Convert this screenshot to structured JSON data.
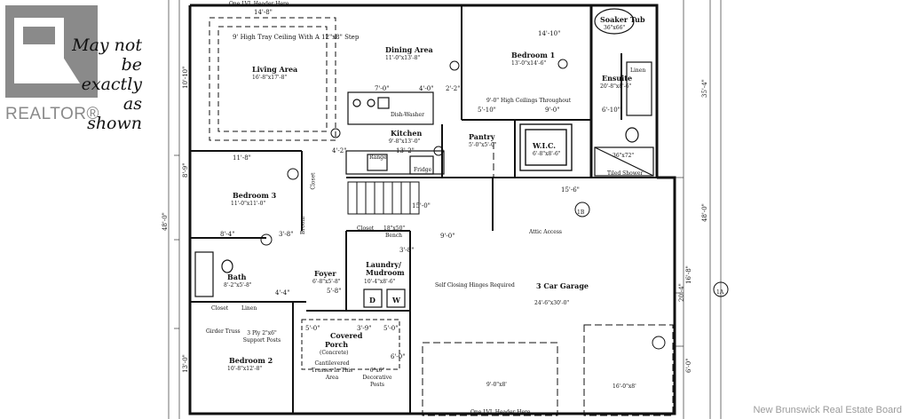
{
  "watermark": {
    "brand": "REALTOR®",
    "note_lines": [
      "May not be",
      "exactly as",
      "shown"
    ]
  },
  "credit": "New Brunswick Real Estate Board",
  "rooms": {
    "living": {
      "name": "Living Area",
      "size": "16'-8\"x17'-8\"",
      "tray": "9' High Tray Ceiling With A 12\"x8\" Step"
    },
    "dining": {
      "name": "Dining Area",
      "size": "11'-0\"x13'-8\""
    },
    "bedroom1": {
      "name": "Bedroom 1",
      "size": "13'-0\"x14'-6\"",
      "ceiling": "9'-0\" High Ceilings Throughout"
    },
    "ensuite": {
      "name": "Ensuite",
      "size": "20'-8\"x8'-6\"",
      "linens": "Linen"
    },
    "soaker": {
      "name": "Soaker Tub",
      "size": "36\"x66\""
    },
    "kitchen": {
      "name": "Kitchen",
      "size": "9'-8\"x13'-0\"",
      "dishwasher": "Dish-Washer",
      "range": "Range",
      "fridge": "Fridge"
    },
    "pantry": {
      "name": "Pantry",
      "size": "5'-0\"x5'-0\""
    },
    "wic": {
      "name": "W.I.C.",
      "size": "6'-8\"x8'-6\""
    },
    "shower": {
      "size": "36\"x72\"",
      "name": "Tiled Shower"
    },
    "bedroom3": {
      "name": "Bedroom 3",
      "size": "11'-0\"x11'-0\"",
      "closet": "Closet"
    },
    "broom": "Broom",
    "closet_hall": "Closet",
    "bench": {
      "name": "Bench",
      "size": "18\"x50\""
    },
    "laundry": {
      "name": "Laundry/ Mudroom",
      "size": "10'-4\"x8'-6\""
    },
    "foyer": {
      "name": "Foyer",
      "size": "6'-8\"x5'-8\""
    },
    "bath": {
      "name": "Bath",
      "size": "8'-2\"x5'-8\"",
      "linen": "Linen"
    },
    "closet_b2": "Closet",
    "girder": "Girder Truss",
    "posts": "3 Ply 2\"x6\" Support Posts",
    "bedroom2": {
      "name": "Bedroom 2",
      "size": "10'-8\"x12'-8\""
    },
    "porch": {
      "name": "Porch",
      "covered": "Covered",
      "material": "(Concrete)"
    },
    "cantilever": "Cantilevered Trusses In This Area",
    "deco_posts": "6\"x6\" Decorative Posts",
    "garage": {
      "name": "3 Car Garage",
      "size": "24'-6\"x30'-0\"",
      "attic": "Attic Access",
      "hinges": "Self Closing Hinges Required"
    },
    "header_top_left": "One LVL Header Here",
    "header_bottom": "One LVL Header Here",
    "washer": "W",
    "dryer": "D"
  },
  "dims": {
    "living_w": "14'-8\"",
    "bed1_w": "14'-10\"",
    "kitchen_top": "7'-0\"",
    "kitchen_a": "4'-0\"",
    "kitchen_b": "2'-2\"",
    "bed1_a": "5'-10\"",
    "bed1_b": "9'-0\"",
    "bed1_c": "6'-10\"",
    "mid_a": "4'-2\"",
    "mid_b": "13'-2\"",
    "bed3_w": "11'-8\"",
    "stair": "15'-0\"",
    "garage_w": "15'-6\"",
    "hall_a": "8'-4\"",
    "hall_b": "3'-8\"",
    "laundry_a": "9'-0\"",
    "laundry_b": "3'-8\"",
    "bath_a": "4'-4\"",
    "foyer_a": "5'-8\"",
    "porch_a": "5'-0\"",
    "porch_b": "3'-9\"",
    "porch_c": "5'-0\"",
    "left_total": "48'-0\"",
    "right_total": "48'-0\"",
    "left_a": "10'-10\"",
    "left_b": "8'-9\"",
    "left_c": "13'-0\"",
    "right_a": "35'-4\"",
    "right_b": "20'-4\"",
    "right_c": "16'-8\"",
    "right_d": "6'-0\"",
    "garage_door_a": "9'-0\"x8'",
    "garage_door_b": "16'-0\"x8'",
    "porch_post": "6'-0\""
  },
  "section_marks": [
    {
      "id": "1B"
    },
    {
      "id": "1A"
    }
  ]
}
